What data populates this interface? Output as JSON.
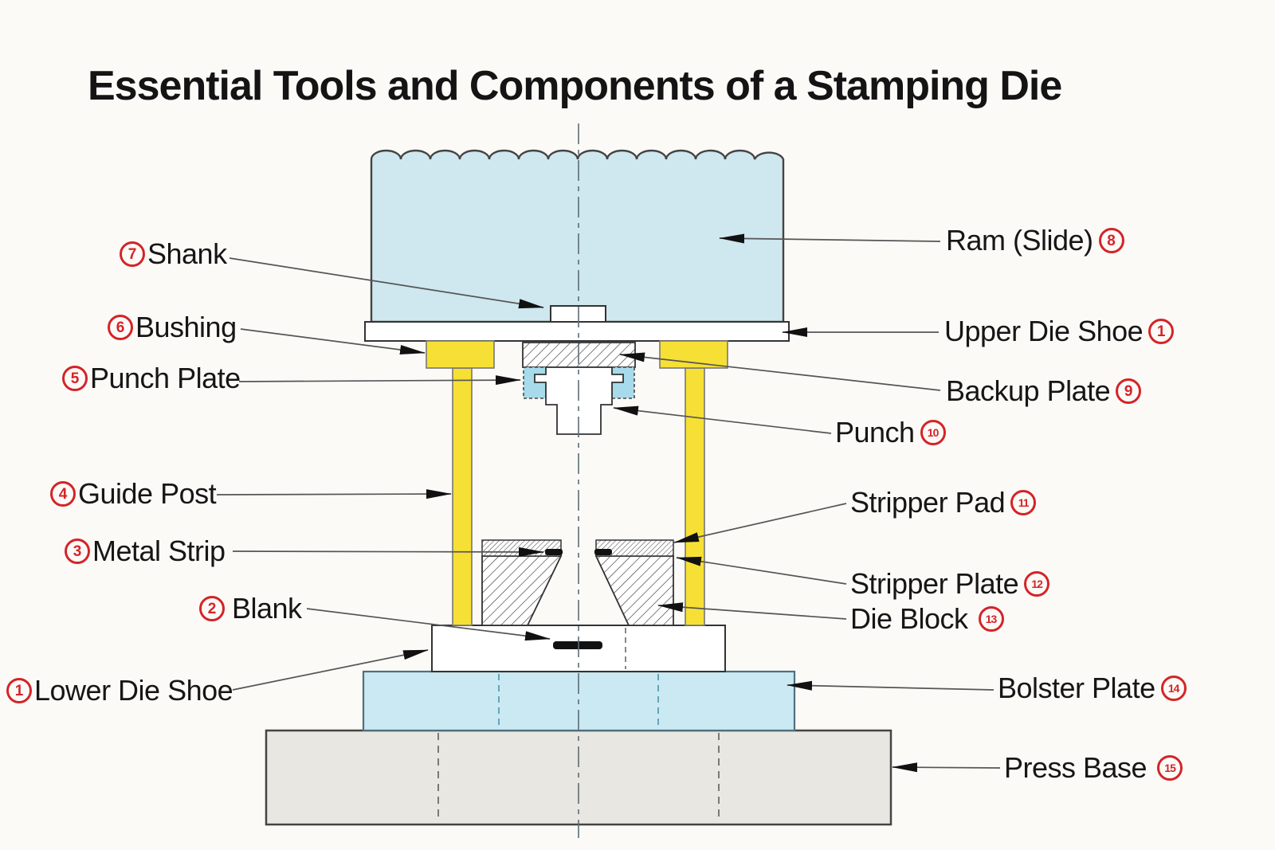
{
  "title": "Essential Tools and Components of a Stamping Die",
  "colors": {
    "background": "#fbfaf7",
    "ram_fill": "#cfe7ee",
    "bolster_fill": "#cbe9f2",
    "yellow_fill": "#f7e035",
    "punch_plate_fill": "#a7dbec",
    "press_base_fill": "#e9e7e2",
    "outline": "#333333",
    "leader_line": "#555555",
    "arrow_fill": "#111111",
    "badge_red": "#d42427",
    "text": "#161616"
  },
  "labels": {
    "left": [
      {
        "num": "7",
        "text": "Shank"
      },
      {
        "num": "6",
        "text": "Bushing"
      },
      {
        "num": "5",
        "text": "Punch Plate"
      },
      {
        "num": "4",
        "text": "Guide Post"
      },
      {
        "num": "3",
        "text": "Metal Strip"
      },
      {
        "num": "2",
        "text": "Blank"
      },
      {
        "num": "1",
        "text": "Lower Die Shoe"
      }
    ],
    "right": [
      {
        "text": "Ram (Slide)",
        "num": "8"
      },
      {
        "text": "Upper Die Shoe",
        "num": "1"
      },
      {
        "text": "Backup Plate",
        "num": "9"
      },
      {
        "text": "Punch",
        "num": "10"
      },
      {
        "text": "Stripper Pad",
        "num": "11"
      },
      {
        "text": "Stripper Plate",
        "num": "12"
      },
      {
        "text": "Die Block",
        "num": "13"
      },
      {
        "text": "Bolster Plate",
        "num": "14"
      },
      {
        "text": "Press Base",
        "num": "15"
      }
    ]
  }
}
